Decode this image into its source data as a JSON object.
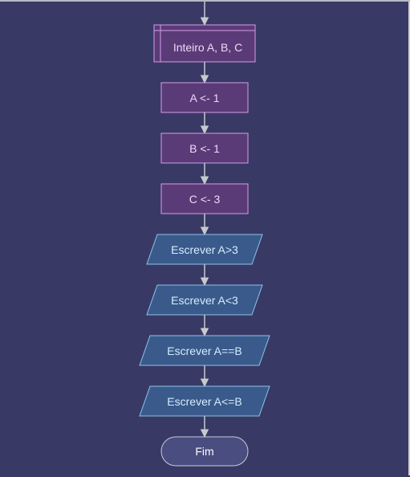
{
  "flowchart": {
    "declaration": "Inteiro A, B, C",
    "assign_a": "A <- 1",
    "assign_b": "B <- 1",
    "assign_c": "C <- 3",
    "write_1": "Escrever A>3",
    "write_2": "Escrever A<3",
    "write_3": "Escrever A==B",
    "write_4": "Escrever A<=B",
    "end": "Fim"
  },
  "colors": {
    "background": "#383a65",
    "process_fill": "#5a3b78",
    "process_stroke": "#d79be6",
    "io_fill": "#3a5a8c",
    "io_stroke": "#8fc3e6",
    "terminal_fill": "#4a4d80",
    "terminal_stroke": "#c8c8d8",
    "arrow": "#c8c8d0"
  }
}
